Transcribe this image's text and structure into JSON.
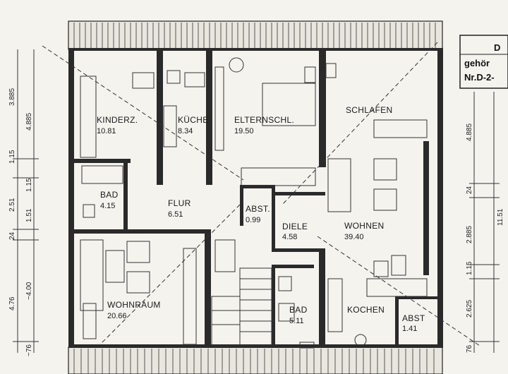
{
  "rooms": [
    {
      "id": "kinderz",
      "name": "KINDERZ.",
      "area": "10.81"
    },
    {
      "id": "kueche",
      "name": "KÜCHE",
      "area": "8.34"
    },
    {
      "id": "elternschl",
      "name": "ELTERNSCHL.",
      "area": "19.50"
    },
    {
      "id": "schlafen",
      "name": "SCHLAFEN",
      "area": ""
    },
    {
      "id": "bad1",
      "name": "BAD",
      "area": "4.15"
    },
    {
      "id": "flur",
      "name": "FLUR",
      "area": "6.51"
    },
    {
      "id": "abst1",
      "name": "ABST.",
      "area": "0.99"
    },
    {
      "id": "diele",
      "name": "DIELE",
      "area": "4.58"
    },
    {
      "id": "wohnen",
      "name": "WOHNEN",
      "area": "39.40"
    },
    {
      "id": "wohnraum",
      "name": "WOHNRAUM",
      "area": "20.66"
    },
    {
      "id": "bad2",
      "name": "BAD",
      "area": "5.11"
    },
    {
      "id": "kochen",
      "name": "KOCHEN",
      "area": ""
    },
    {
      "id": "abst2",
      "name": "ABST",
      "area": "1.41"
    }
  ],
  "dimensions_left": [
    "3.885",
    "4.885",
    "1.15",
    "2.51",
    "1.15",
    "1.51",
    "24",
    "4.76",
    "~4.00",
    "~76"
  ],
  "dimensions_right": [
    "4.885",
    "11.51",
    "24",
    "2.885",
    "1.15",
    "2.625",
    "76"
  ],
  "title_block": {
    "line1": "D",
    "line2": "gehör",
    "line3": "Nr.D-2-"
  }
}
